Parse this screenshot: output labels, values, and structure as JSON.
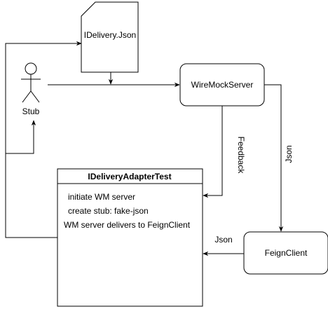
{
  "nodes": {
    "json_file": {
      "label": "IDelivery.Json"
    },
    "stub": {
      "label": "Stub"
    },
    "wiremock": {
      "label": "WireMockServer"
    },
    "test_class": {
      "title": "IDeliveryAdapterTest",
      "lines": [
        "initiate WM server",
        "create stub: fake-json",
        "WM server delivers to FeignClient"
      ]
    },
    "feign": {
      "label": "FeignClient"
    }
  },
  "edges": {
    "feedback": {
      "label": "Feedback"
    },
    "json_down": {
      "label": "Json"
    },
    "json_back": {
      "label": "Json"
    }
  },
  "icons": {
    "actor": "person-icon",
    "file": "document-icon"
  },
  "colors": {
    "stroke": "#000000",
    "fill": "#ffffff"
  }
}
